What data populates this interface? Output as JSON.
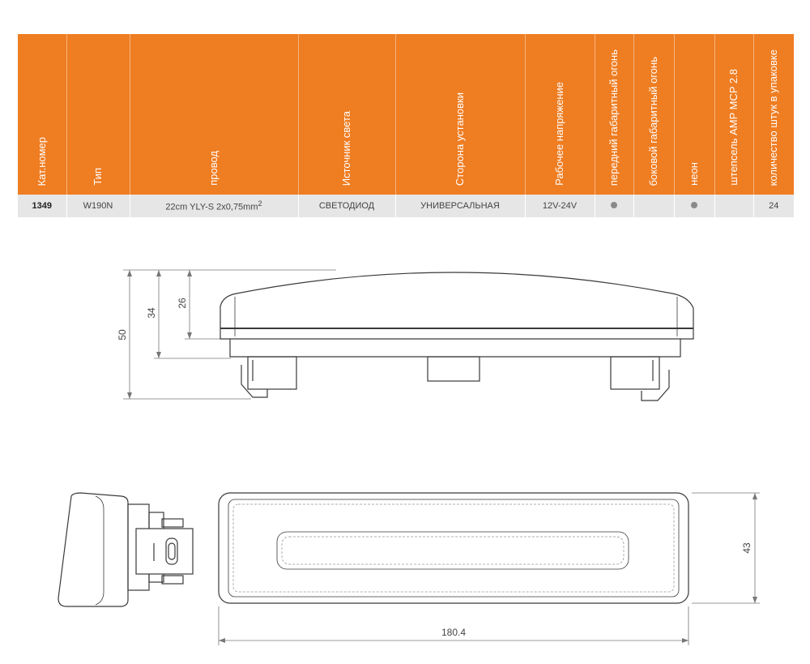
{
  "table": {
    "headers": [
      "Кат.номер",
      "Тип",
      "провод",
      "Источник света",
      "Сторона установки",
      "Рабочее напряжение",
      "передний габаритный огонь",
      "боковой габаритный огонь",
      "неон",
      "штепсель AMP MCP 2.8",
      "количество штук в упаковке"
    ],
    "row": {
      "cat": "1349",
      "type": "W190N",
      "wire": "22cm YLY-S 2x0,75mm",
      "wire_sup": "2",
      "source": "СВЕТОДИОД",
      "side": "УНИВЕРСАЛЬНАЯ",
      "voltage": "12V-24V",
      "front_marker": true,
      "side_marker": false,
      "neon": true,
      "amp_plug": false,
      "qty": "24"
    }
  },
  "dimensions": {
    "height_total": "50",
    "height_body": "34",
    "height_lens": "26",
    "width": "43",
    "length": "180.4"
  },
  "colors": {
    "header_bg": "#ef7d22",
    "row_bg": "#e6e6e6",
    "dot": "#8a8a8a",
    "line": "#3a3a3a"
  }
}
